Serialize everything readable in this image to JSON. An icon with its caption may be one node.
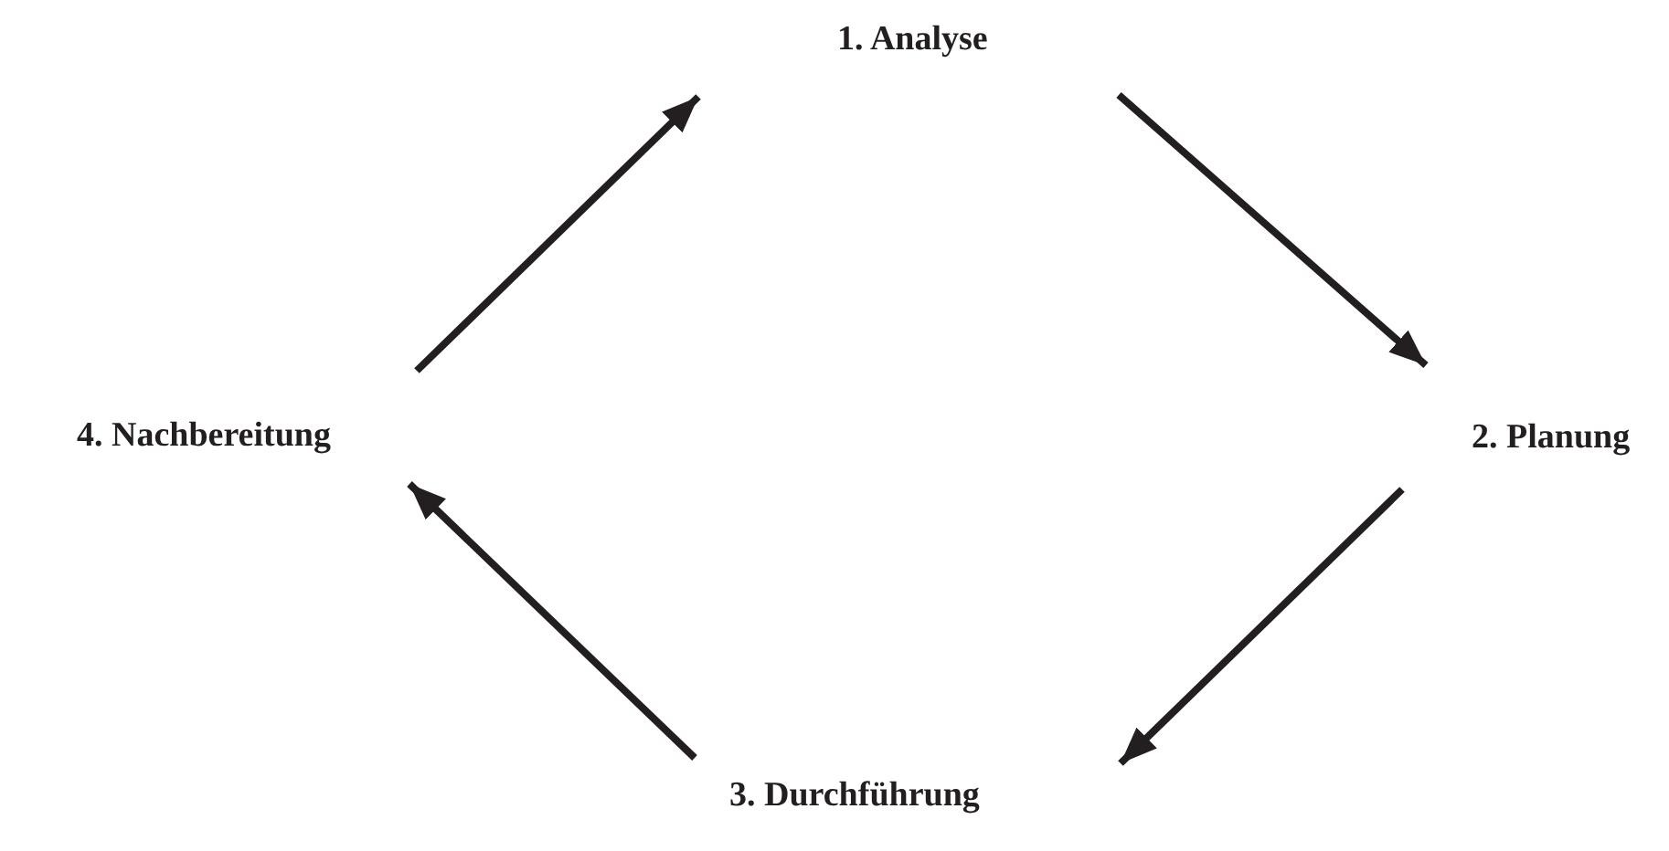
{
  "diagram": {
    "nodes": [
      {
        "text": [
          "1. Analyse"
        ]
      },
      {
        "text": [
          "2. Planung"
        ]
      },
      {
        "text": [
          "3. Durchführung"
        ]
      },
      {
        "text": [
          "4. Nachbereitung"
        ]
      }
    ],
    "edges": [
      {
        "from": 0,
        "to": 1,
        "arrow": "to"
      },
      {
        "from": 1,
        "to": 2,
        "arrow": "to"
      },
      {
        "from": 2,
        "to": 3,
        "arrow": "to"
      },
      {
        "from": 3,
        "to": 0,
        "arrow": "to"
      }
    ]
  }
}
